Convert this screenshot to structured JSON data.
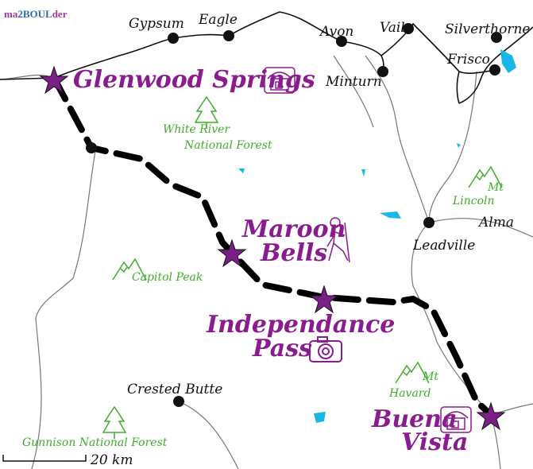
{
  "logo": {
    "text": "ma2BOULder",
    "part1": "ma",
    "part2": "2BOUL",
    "part3": "der"
  },
  "colors": {
    "route": "#000000",
    "star": "#7a1f86",
    "poi_text": "#8a1c8f",
    "forest_text": "#3fae2a",
    "water": "#19b7e8",
    "background": "#ffffff"
  },
  "towns": {
    "gypsum": "Gypsum",
    "eagle": "Eagle",
    "avon": "Avon",
    "vail": "Vail",
    "silverthorne": "Silverthorne",
    "frisco": "Frisco",
    "minturn": "Minturn",
    "alma": "Alma",
    "leadville": "Leadville",
    "crested_butte": "Crested Butte"
  },
  "stops": {
    "glenwood": "Glenwood Springs",
    "maroon_1": "Maroon",
    "maroon_2": "Bells",
    "independance_1": "Independance",
    "independance_2": "Pass",
    "buena_1": "Buena",
    "buena_2": "Vista"
  },
  "green_labels": {
    "white_river_1": "White River",
    "white_river_2": "National Forest",
    "capitol_peak": "Capitol Peak",
    "mt_lincoln_1": "Mt",
    "mt_lincoln_2": "Lincoln",
    "mt_harvard_1": "Mt",
    "mt_harvard_2": "Havard",
    "gunnison": "Gunnison National Forest"
  },
  "scale": {
    "label": "20 km"
  },
  "icons": {
    "glenwood": "house-icon",
    "maroon": "hiker-icon",
    "independance": "camera-icon",
    "buena": "house-icon",
    "forests": "tree-icon",
    "peaks": "mountain-icon"
  }
}
